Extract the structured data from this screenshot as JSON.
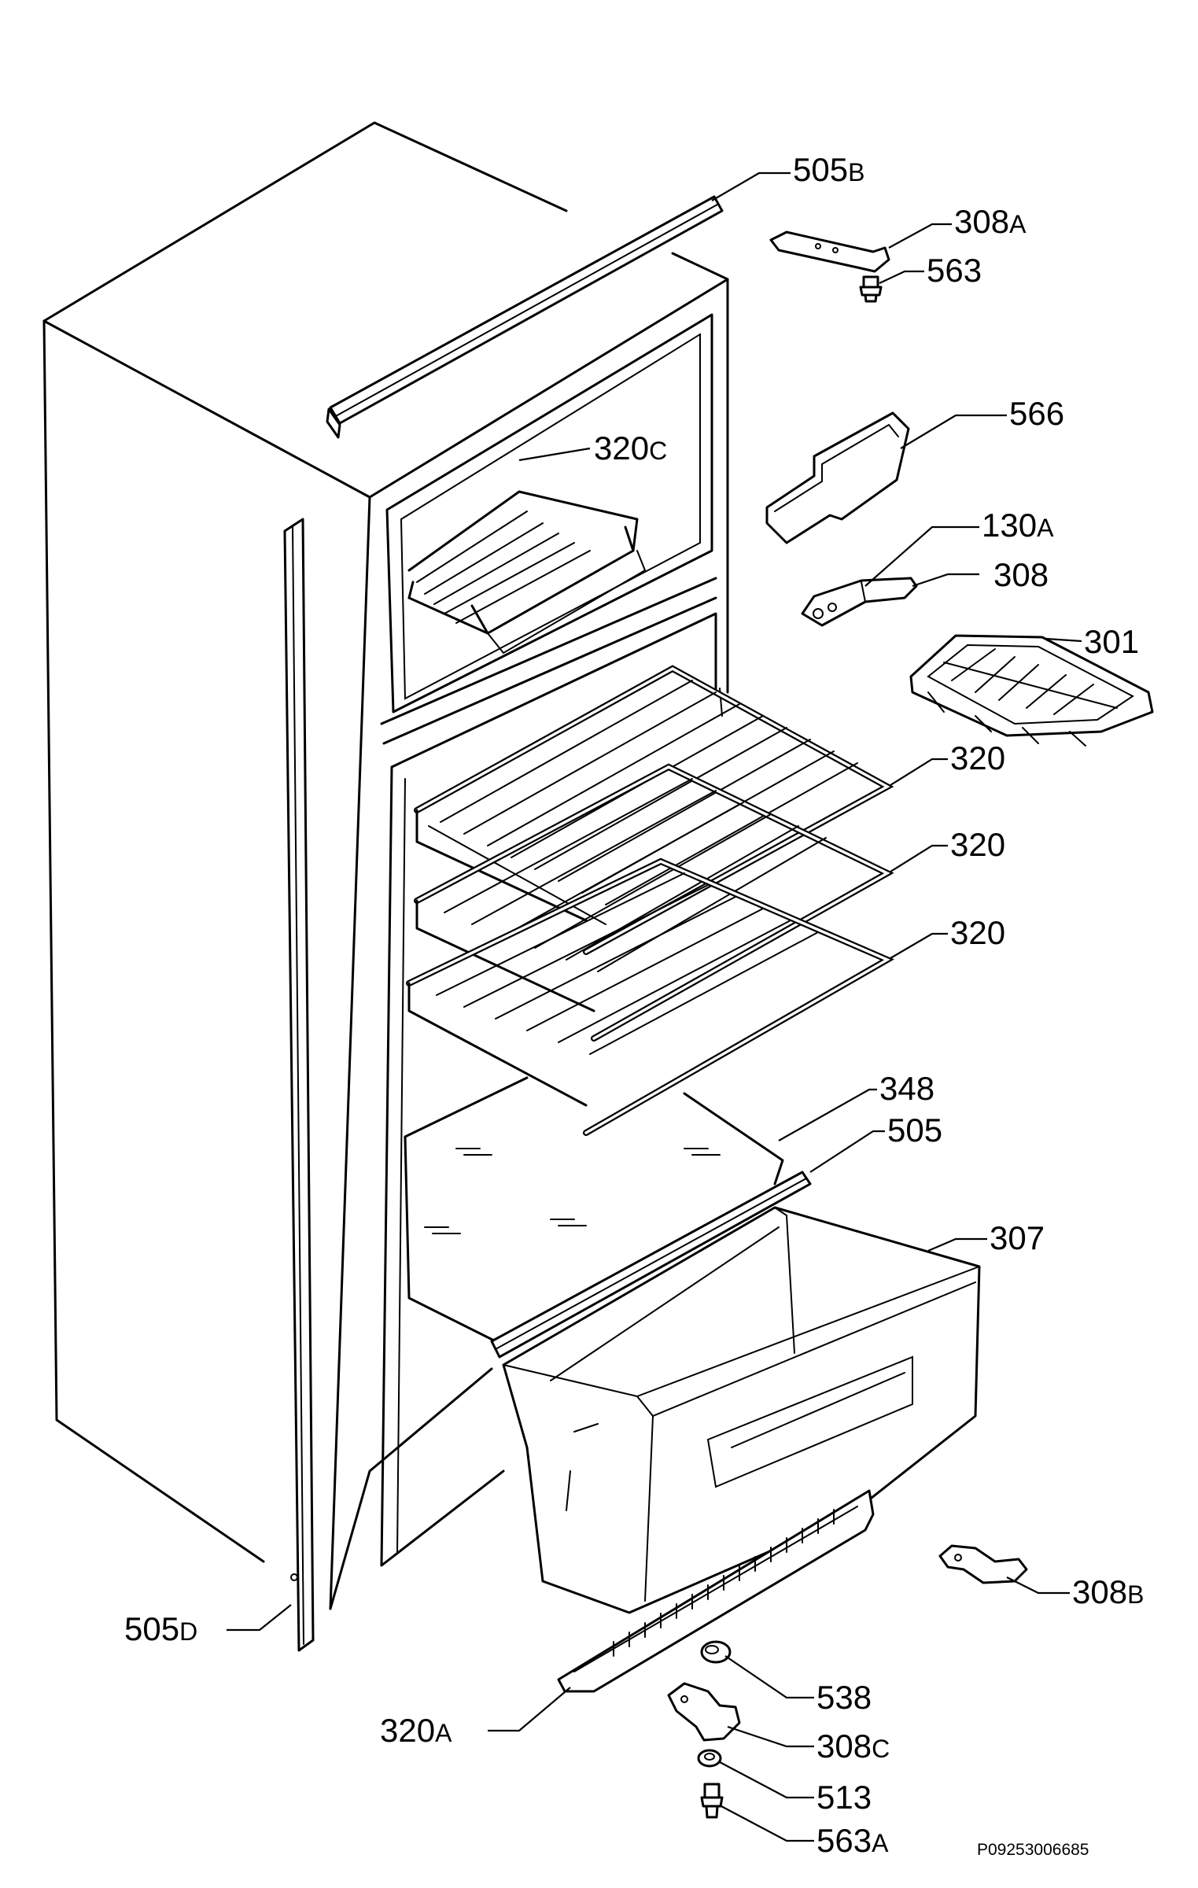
{
  "callouts": [
    {
      "id": "c-505b",
      "number": "505",
      "suffix": "B"
    },
    {
      "id": "c-308a",
      "number": "308",
      "suffix": "A"
    },
    {
      "id": "c-563",
      "number": "563",
      "suffix": ""
    },
    {
      "id": "c-566",
      "number": "566",
      "suffix": ""
    },
    {
      "id": "c-320c",
      "number": "320",
      "suffix": "C"
    },
    {
      "id": "c-130a",
      "number": "130",
      "suffix": "A"
    },
    {
      "id": "c-308",
      "number": "308",
      "suffix": ""
    },
    {
      "id": "c-301",
      "number": "301",
      "suffix": ""
    },
    {
      "id": "c-320-1",
      "number": "320",
      "suffix": ""
    },
    {
      "id": "c-320-2",
      "number": "320",
      "suffix": ""
    },
    {
      "id": "c-320-3",
      "number": "320",
      "suffix": ""
    },
    {
      "id": "c-348",
      "number": "348",
      "suffix": ""
    },
    {
      "id": "c-505",
      "number": "505",
      "suffix": ""
    },
    {
      "id": "c-307",
      "number": "307",
      "suffix": ""
    },
    {
      "id": "c-308b",
      "number": "308",
      "suffix": "B"
    },
    {
      "id": "c-505d",
      "number": "505",
      "suffix": "D"
    },
    {
      "id": "c-538",
      "number": "538",
      "suffix": ""
    },
    {
      "id": "c-320a",
      "number": "320",
      "suffix": "A"
    },
    {
      "id": "c-308c",
      "number": "308",
      "suffix": "C"
    },
    {
      "id": "c-513",
      "number": "513",
      "suffix": ""
    },
    {
      "id": "c-563a",
      "number": "563",
      "suffix": "A"
    }
  ],
  "drawing_code": "P09253006685"
}
